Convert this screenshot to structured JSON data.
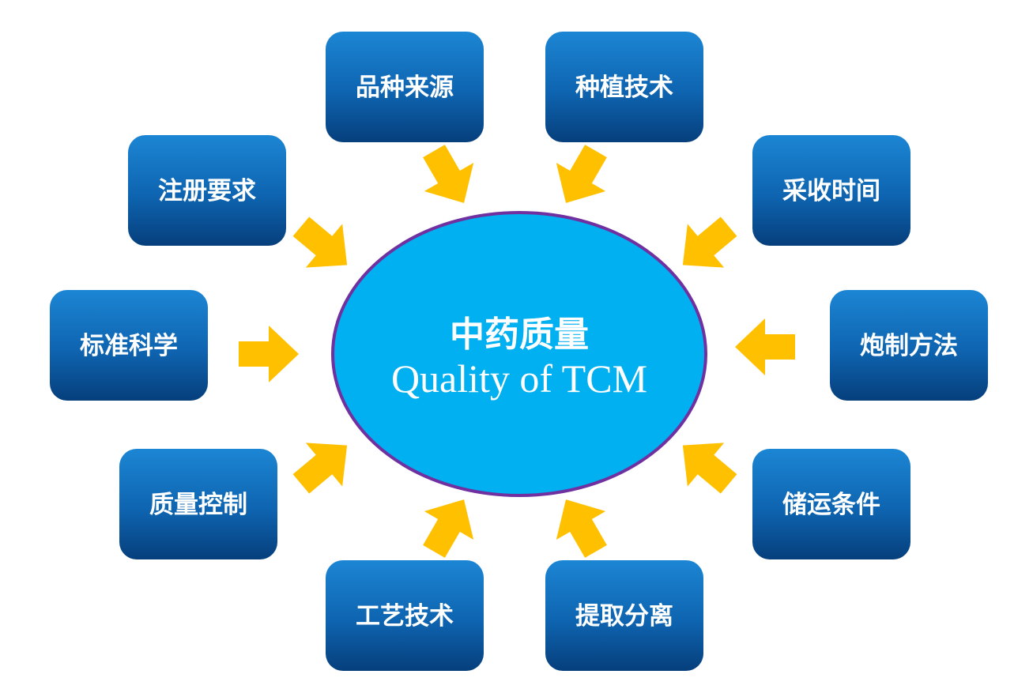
{
  "center": {
    "title_cn": "中药质量",
    "title_en": "Quality of TCM"
  },
  "factors": [
    {
      "id": "variety-source",
      "label": "品种来源"
    },
    {
      "id": "planting-technique",
      "label": "种植技术"
    },
    {
      "id": "harvest-time",
      "label": "采收时间"
    },
    {
      "id": "processing-method",
      "label": "炮制方法"
    },
    {
      "id": "storage-transport",
      "label": "储运条件"
    },
    {
      "id": "extraction-separation",
      "label": "提取分离"
    },
    {
      "id": "process-technology",
      "label": "工艺技术"
    },
    {
      "id": "quality-control",
      "label": "质量控制"
    },
    {
      "id": "standard-science",
      "label": "标准科学"
    },
    {
      "id": "registration-requirements",
      "label": "注册要求"
    }
  ],
  "colors": {
    "box_top": "#1c86d4",
    "box_bottom": "#063f7c",
    "ellipse_fill": "#00b0f0",
    "ellipse_stroke": "#7030a0",
    "arrow": "#ffc000"
  }
}
